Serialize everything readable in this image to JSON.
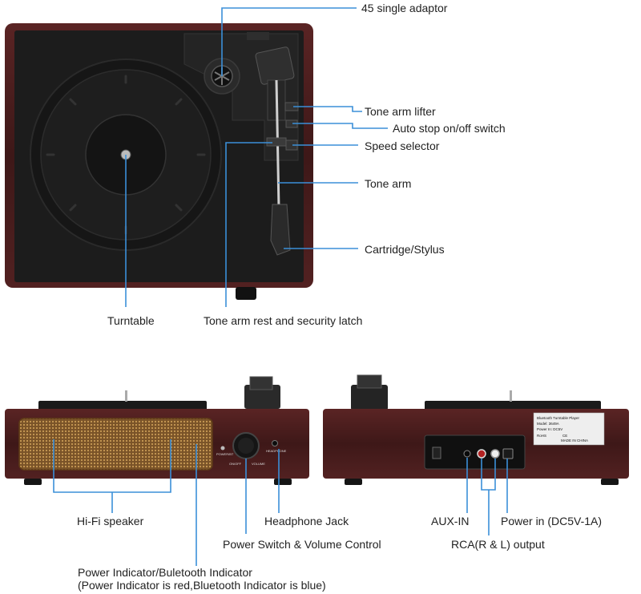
{
  "colors": {
    "callout_line": "#3b8fd8",
    "wood": "#4a1d1d",
    "deck": "#1b1b1b",
    "speaker_grille": "#8a6232",
    "label_text": "#222222"
  },
  "top_view": {
    "labels": {
      "adaptor": "45 single adaptor",
      "arm_lifter": "Tone arm lifter",
      "auto_stop": "Auto stop on/off switch",
      "speed_selector": "Speed selector",
      "tone_arm": "Tone arm",
      "cartridge": "Cartridge/Stylus",
      "turntable": "Turntable",
      "arm_rest": "Tone arm rest and security latch"
    }
  },
  "front_view": {
    "panel_text": {
      "power_bt": "POWER/BT",
      "on_off": "ON/OFF",
      "volume": "VOLUME",
      "headphone": "HEADPHONE"
    },
    "labels": {
      "speaker": "Hi-Fi speaker",
      "headphone_jack": "Headphone Jack",
      "power_volume": "Power Switch & Volume Control",
      "indicator_line1": "Power Indicator/Buletooth Indicator",
      "indicator_line2": "(Power Indicator is red,Bluetooth Indicator is blue)"
    }
  },
  "back_view": {
    "sticker": {
      "title": "Bluetooth Turntable Player",
      "model": "Model: 3649A",
      "power": "Power In: DC5V",
      "rohs": "RoHS",
      "ce": "CE",
      "origin": "MADE IN CHINA"
    },
    "labels": {
      "aux_in": "AUX-IN",
      "power_in": "Power in (DC5V-1A)",
      "rca_output": "RCA(R & L) output"
    }
  }
}
